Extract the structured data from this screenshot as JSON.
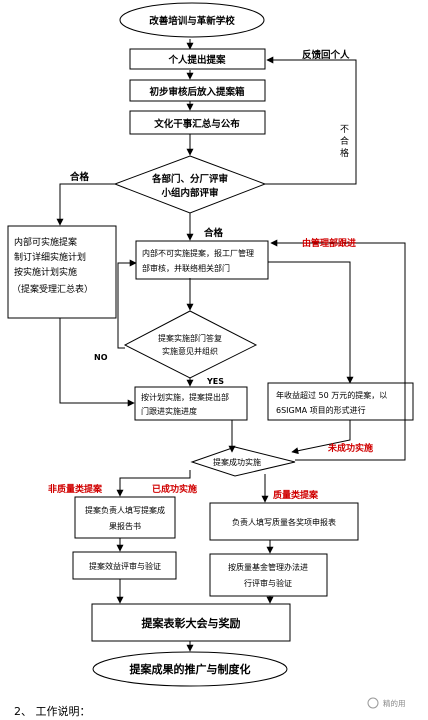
{
  "nodes": {
    "start": "改善培训与革新学校",
    "submit": "个人提出提案",
    "review": [
      "初步审核后放入提案箱"
    ],
    "summary": "文化干事汇总与公布",
    "evaluate": [
      "各部门、分厂评审",
      "小组内部评审"
    ],
    "internal": [
      "内部可实施提案",
      "制订详细实施计划",
      "按实施计划实施",
      "（提案受理汇总表）"
    ],
    "external": [
      "内部不可实施提案，报工厂管理",
      "部审核，并联络相关部门"
    ],
    "reply": [
      "提案实施部门答复",
      "实施意见并组织"
    ],
    "execute": [
      "按计划实施，提案提出部",
      "门跟进实施进度"
    ],
    "sixsigma": [
      "年收益超过 50 万元的提案，以",
      "6SIGMA 项目的形式进行"
    ],
    "success": "提案成功实施",
    "nonquality_fill": [
      "提案负责人填写提案成",
      "果报告书"
    ],
    "nonquality_eval": "提案效益评审与验证",
    "quality_fill": "负责人填写质量各奖项申报表",
    "quality_eval": [
      "按质量基金管理办法进",
      "行评审与验证"
    ],
    "award": "提案表彰大会与奖励",
    "promote": "提案成果的推广与制度化"
  },
  "labels": {
    "feedback": "反馈回个人",
    "fail": [
      "不",
      "合",
      "格"
    ],
    "pass_left": "合格",
    "pass_down": "合格",
    "by_mgmt": "由管理部跟进",
    "no": "NO",
    "yes": "YES",
    "not_success": "未成功实施",
    "non_quality": "非质量类提案",
    "done": "已成功实施",
    "quality": "质量类提案"
  },
  "footer": {
    "line": "2、  工作说明：",
    "watermark": "精的用"
  },
  "colors": {
    "accent_red": "#d00000",
    "line": "#000000"
  }
}
